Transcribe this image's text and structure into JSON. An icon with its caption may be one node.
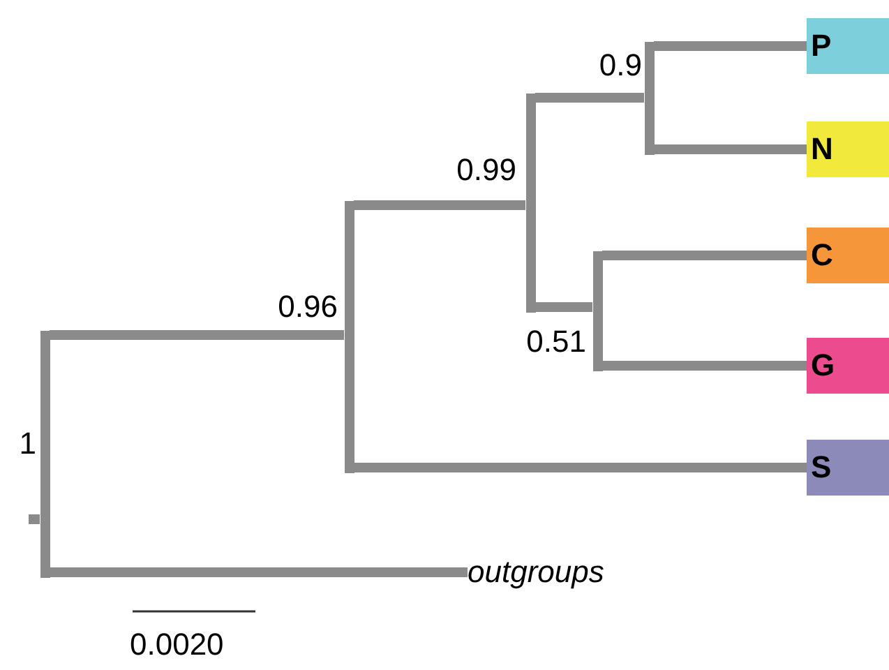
{
  "diagram": {
    "nodes": [
      {
        "text": [],
        "shape": "bar",
        "beside": [
          "1"
        ]
      },
      {
        "text": [],
        "shape": "bar",
        "beside": [
          "0.96"
        ]
      },
      {
        "text": [],
        "shape": "bar",
        "beside": [
          "0.99"
        ]
      },
      {
        "text": [],
        "shape": "bar",
        "beside": [
          "0.9"
        ]
      },
      {
        "text": [
          "P"
        ]
      },
      {
        "text": [
          "N"
        ]
      },
      {
        "text": [],
        "shape": "bar",
        "beside": [
          "0.51"
        ]
      },
      {
        "text": [
          "C"
        ]
      },
      {
        "text": [
          "G"
        ]
      },
      {
        "text": [
          "S"
        ]
      },
      {
        "text": [
          "outgroups"
        ]
      }
    ],
    "edges": [
      {
        "from": null,
        "to": 0,
        "arrow": "none"
      },
      {
        "from": 0,
        "to": 1,
        "arrow": "none"
      },
      {
        "from": 0,
        "to": 10,
        "arrow": "none"
      },
      {
        "from": 1,
        "to": 2,
        "arrow": "none"
      },
      {
        "from": 1,
        "to": 9,
        "arrow": "none"
      },
      {
        "from": 2,
        "to": 3,
        "arrow": "none"
      },
      {
        "from": 2,
        "to": 6,
        "arrow": "none"
      },
      {
        "from": 3,
        "to": 4,
        "arrow": "none"
      },
      {
        "from": 3,
        "to": 5,
        "arrow": "none"
      },
      {
        "from": 6,
        "to": 7,
        "arrow": "none"
      },
      {
        "from": 6,
        "to": 8,
        "arrow": "none"
      }
    ],
    "labels": [
      "0.0020"
    ]
  }
}
